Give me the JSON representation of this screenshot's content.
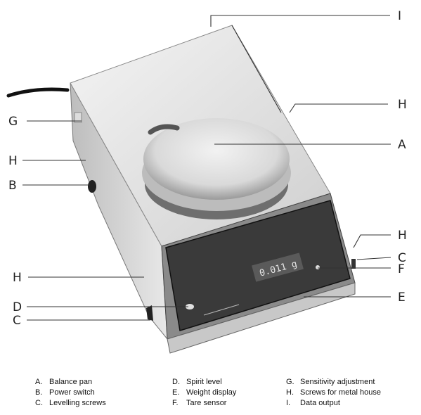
{
  "display_reading": "0.011 g",
  "callouts": {
    "I": "I",
    "H_top": "H",
    "A": "A",
    "G": "G",
    "H_left": "H",
    "B": "B",
    "H_lower": "H",
    "D": "D",
    "C_left": "C",
    "H_right": "H",
    "C_right": "C",
    "F": "F",
    "E": "E"
  },
  "legend": [
    [
      {
        "key": "A.",
        "text": "Balance pan"
      },
      {
        "key": "B.",
        "text": "Power switch"
      },
      {
        "key": "C.",
        "text": "Levelling screws"
      }
    ],
    [
      {
        "key": "D.",
        "text": "Spirit level"
      },
      {
        "key": "E.",
        "text": "Weight display"
      },
      {
        "key": "F.",
        "text": "Tare sensor"
      }
    ],
    [
      {
        "key": "G.",
        "text": "Sensitivity adjustment"
      },
      {
        "key": "H.",
        "text": "Screws for metal house"
      },
      {
        "key": "I.",
        "text": "Data output"
      }
    ]
  ]
}
